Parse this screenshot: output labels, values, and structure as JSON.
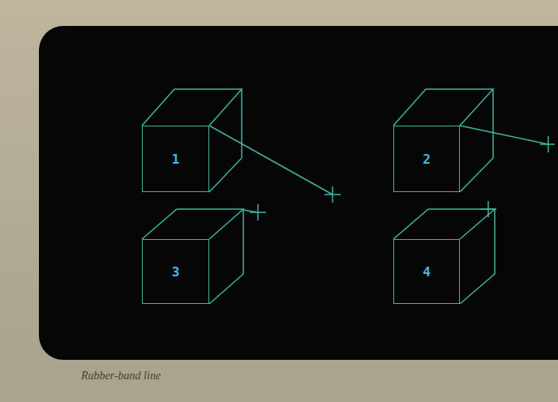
{
  "diagram": {
    "caption": "Rubber-band line",
    "nodes": [
      {
        "text": [
          "1"
        ]
      },
      {
        "text": [
          "2"
        ]
      },
      {
        "text": [
          "3"
        ]
      },
      {
        "text": [
          "4"
        ]
      }
    ]
  }
}
